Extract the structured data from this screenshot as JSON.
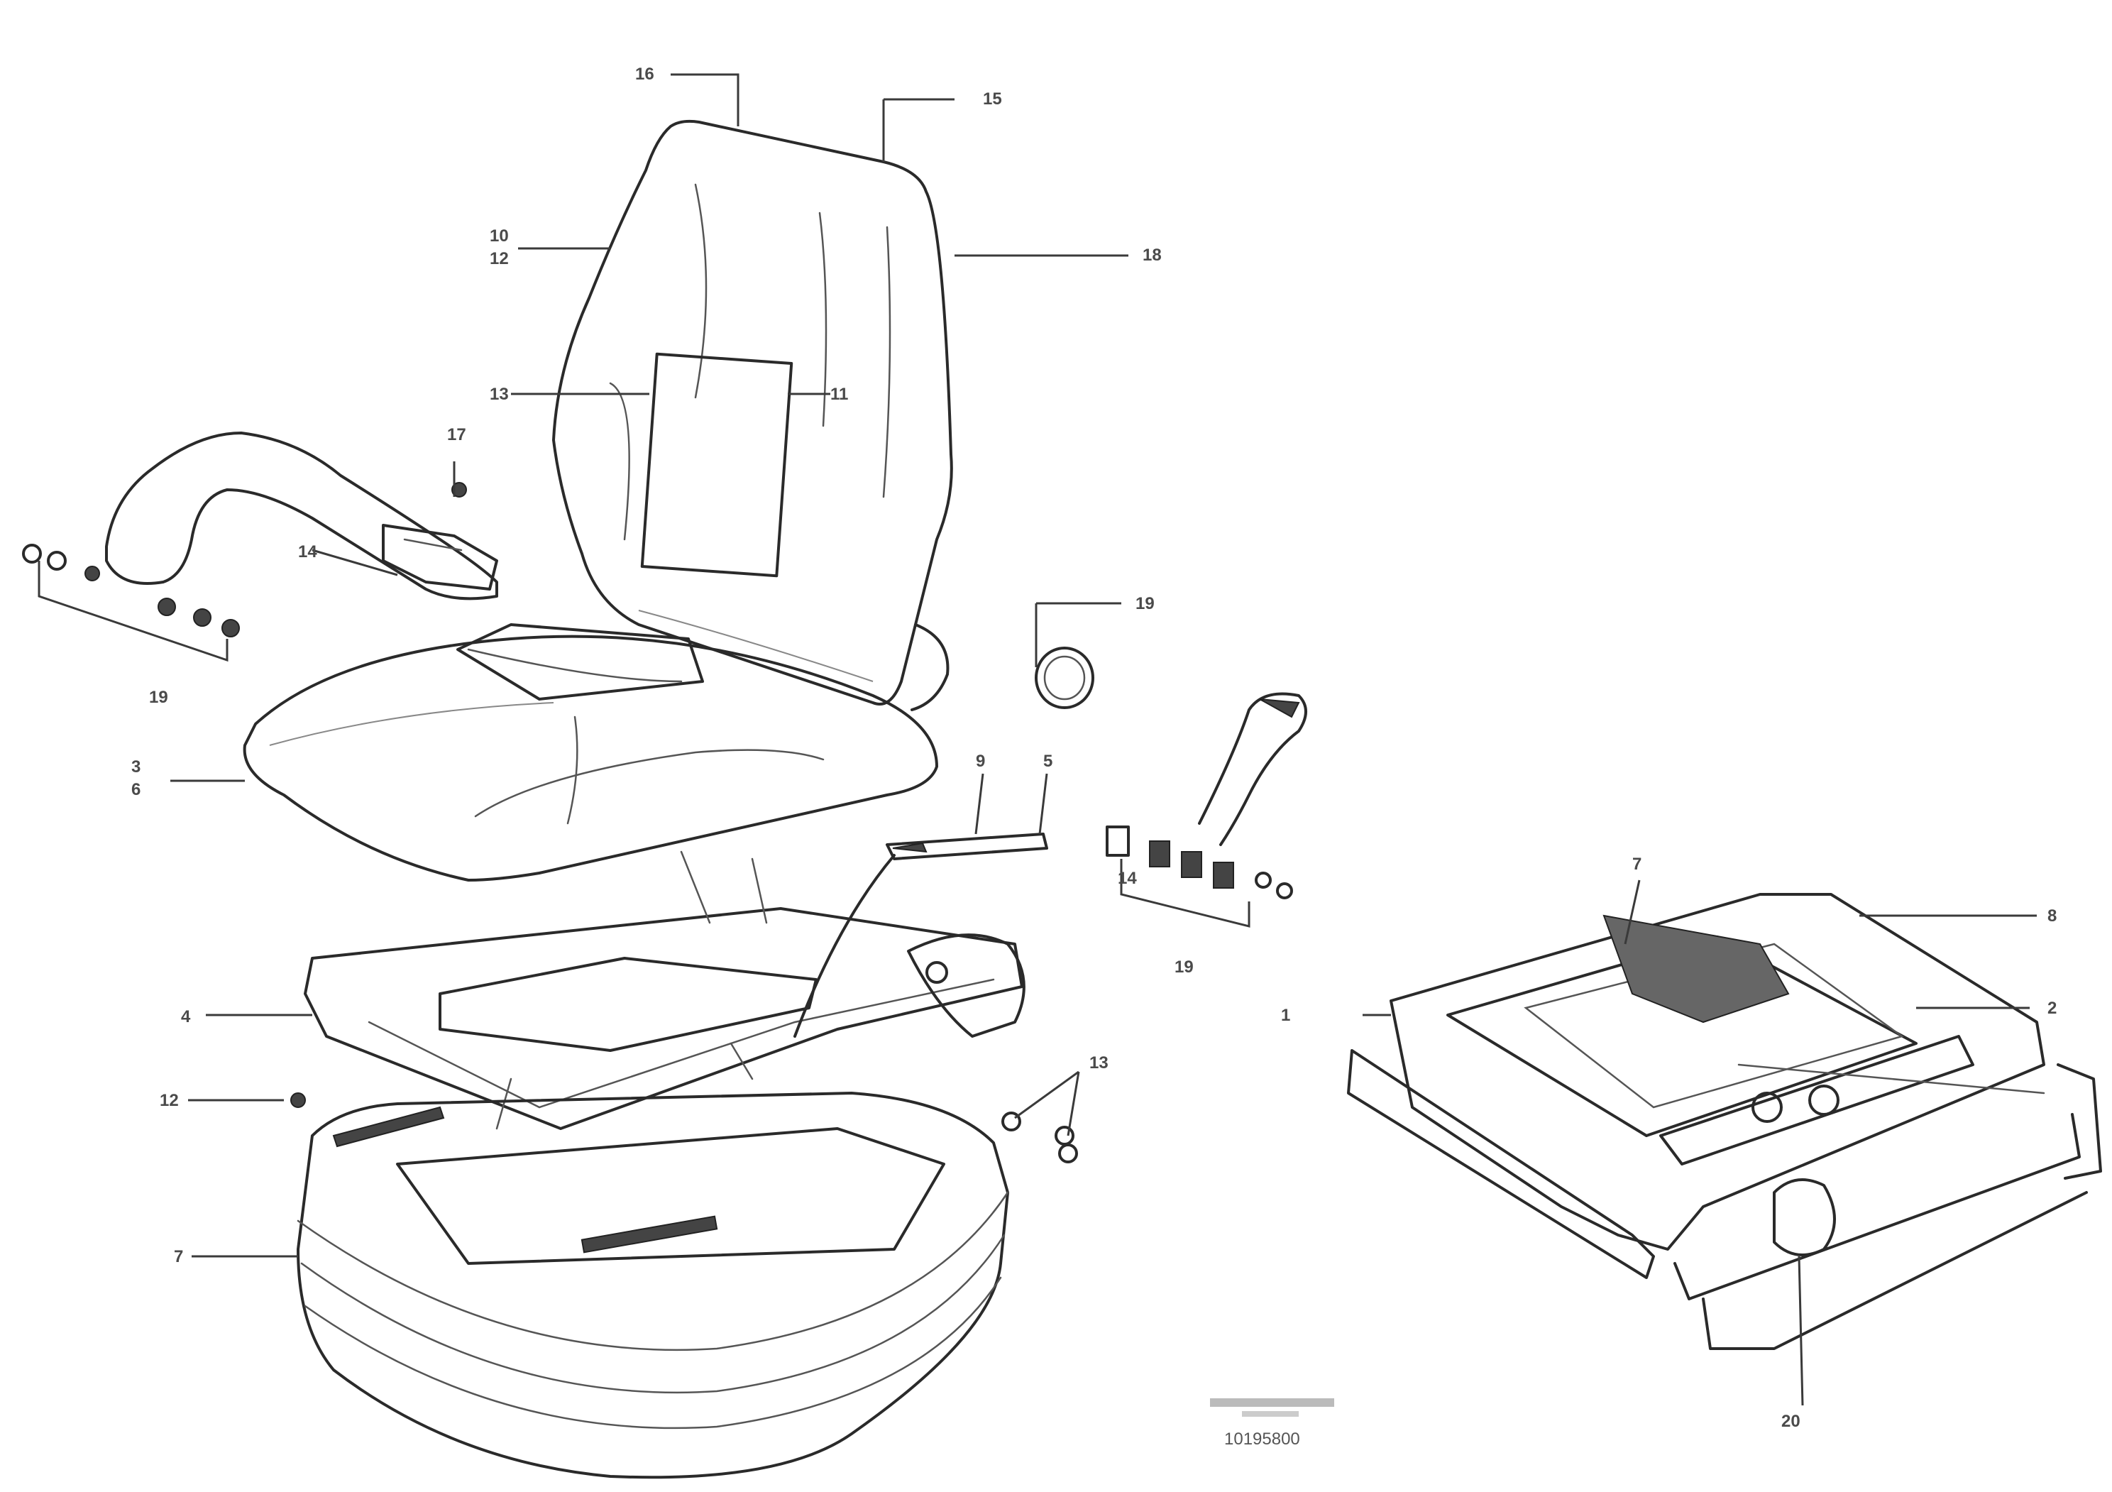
{
  "callouts": {
    "c1": "16",
    "c2": "15",
    "c3": "18",
    "c4a": "10",
    "c4b": "12",
    "c5": "13",
    "c6": "11",
    "c7": "17",
    "c8": "14",
    "c9": "19",
    "c10": "19",
    "c11a": "3",
    "c11b": "6",
    "c12": "9",
    "c13": "5",
    "c14": "14",
    "c15": "19",
    "c16": "4",
    "c17": "13",
    "c18": "12",
    "c19": "7",
    "c20": "7",
    "c21": "8",
    "c22": "1",
    "c23": "2",
    "c24": "20"
  },
  "drawing": {
    "reference_number": "10195800"
  }
}
